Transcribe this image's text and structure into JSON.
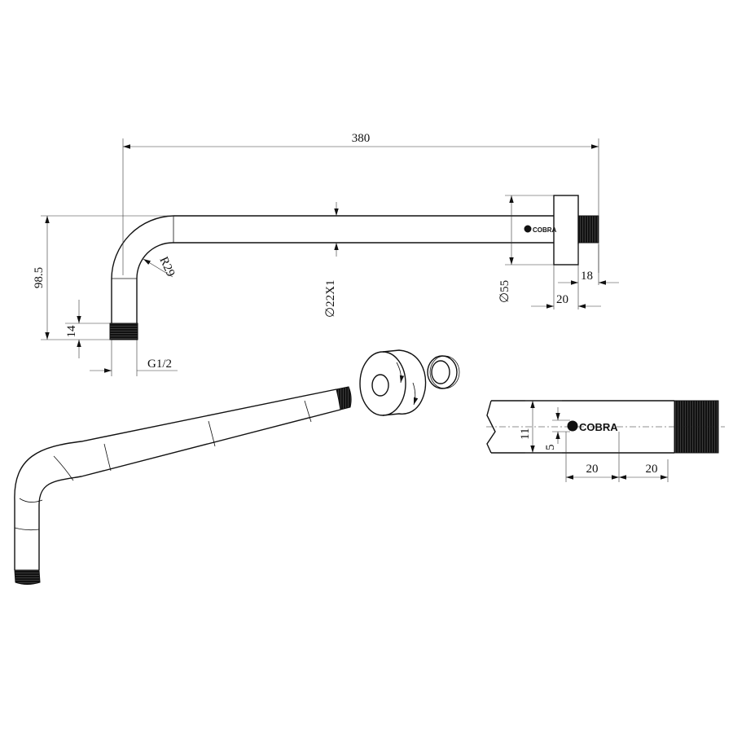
{
  "dimensions": {
    "overall_length": "380",
    "overall_height": "98.5",
    "bend_radius": "R29",
    "pipe_diameter": "∅22X1",
    "flange_diameter": "∅55",
    "thread_length_top": "14",
    "thread_spec": "G1/2",
    "flange_thickness": "20",
    "thread_length_wall": "18",
    "detail_height": "11",
    "detail_logo_height": "5",
    "detail_spacing_1": "20",
    "detail_spacing_2": "20"
  },
  "brand": {
    "logo_text": "COBRA"
  },
  "colors": {
    "line": "#111111",
    "background": "#ffffff"
  }
}
